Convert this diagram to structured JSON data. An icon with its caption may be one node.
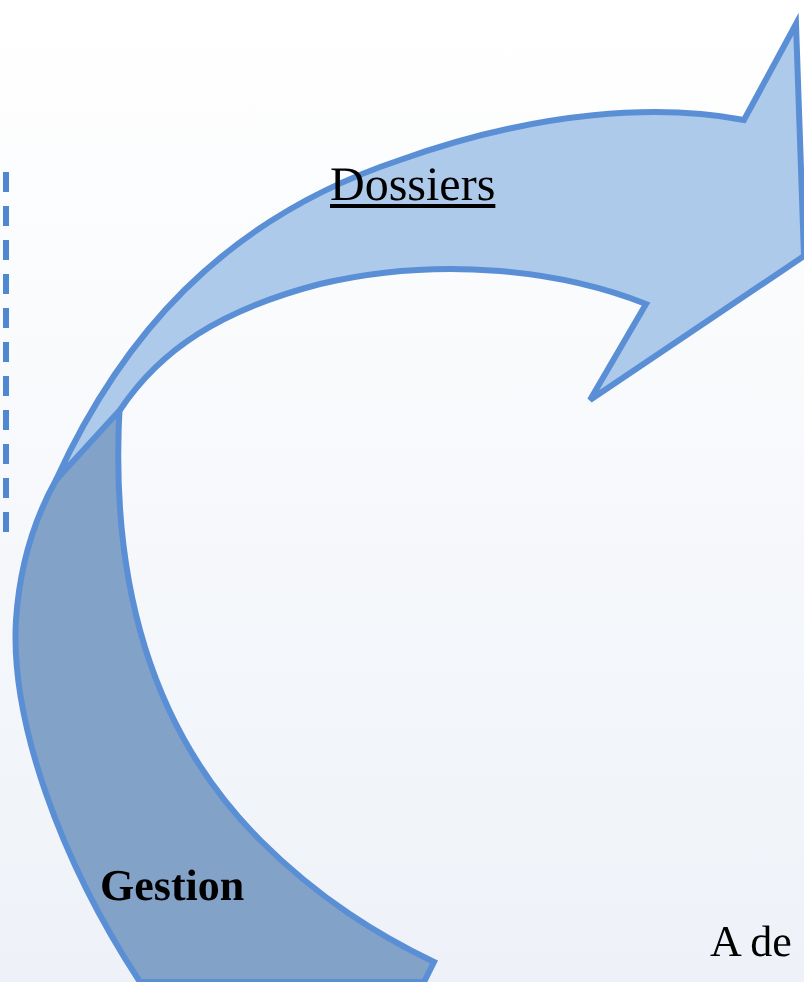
{
  "diagram": {
    "nodes": [
      {
        "text": [
          "Dossiers"
        ]
      },
      {
        "text": [
          "Gestion"
        ]
      }
    ],
    "labels": [
      "A de"
    ]
  }
}
